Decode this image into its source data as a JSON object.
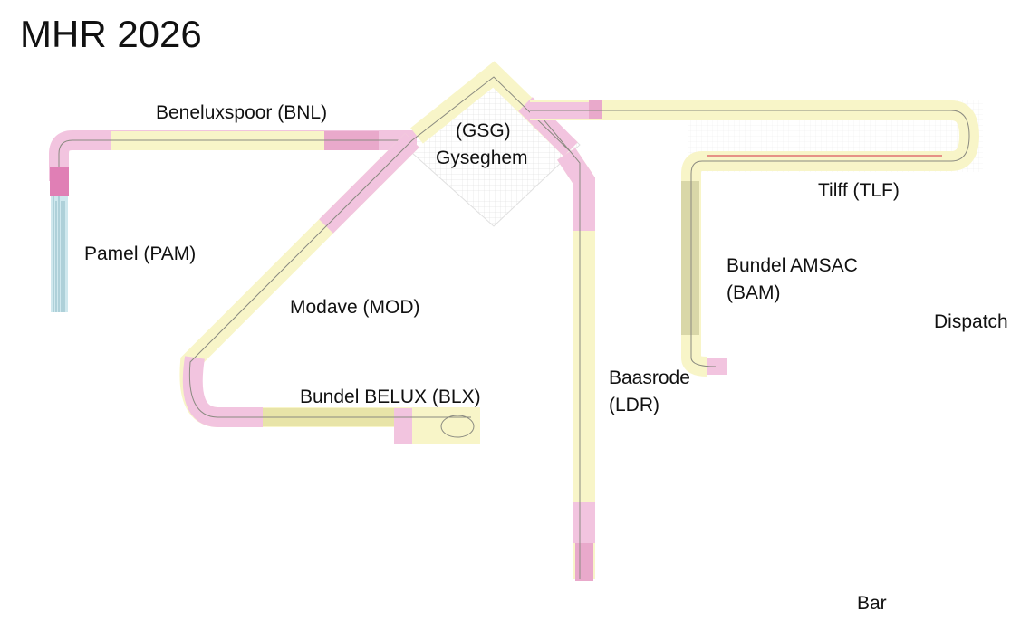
{
  "title": "MHR 2026",
  "labels": {
    "bnl": "Beneluxspoor (BNL)",
    "pam": "Pamel (PAM)",
    "gsg_code": "(GSG)",
    "gsg_name": "Gyseghem",
    "mod": "Modave (MOD)",
    "blx": "Bundel BELUX (BLX)",
    "ldr_name": "Baasrode",
    "ldr_code": "(LDR)",
    "tlf": "Tilff (TLF)",
    "bam_name": "Bundel AMSAC",
    "bam_code": "(BAM)",
    "dispatch": "Dispatch",
    "bar": "Bar"
  },
  "colors": {
    "module": "#f8f5c8",
    "transition": "#f2c4df",
    "pamel": "#cfe8ee",
    "track": "#8a8a80",
    "accent": "#e07070"
  }
}
